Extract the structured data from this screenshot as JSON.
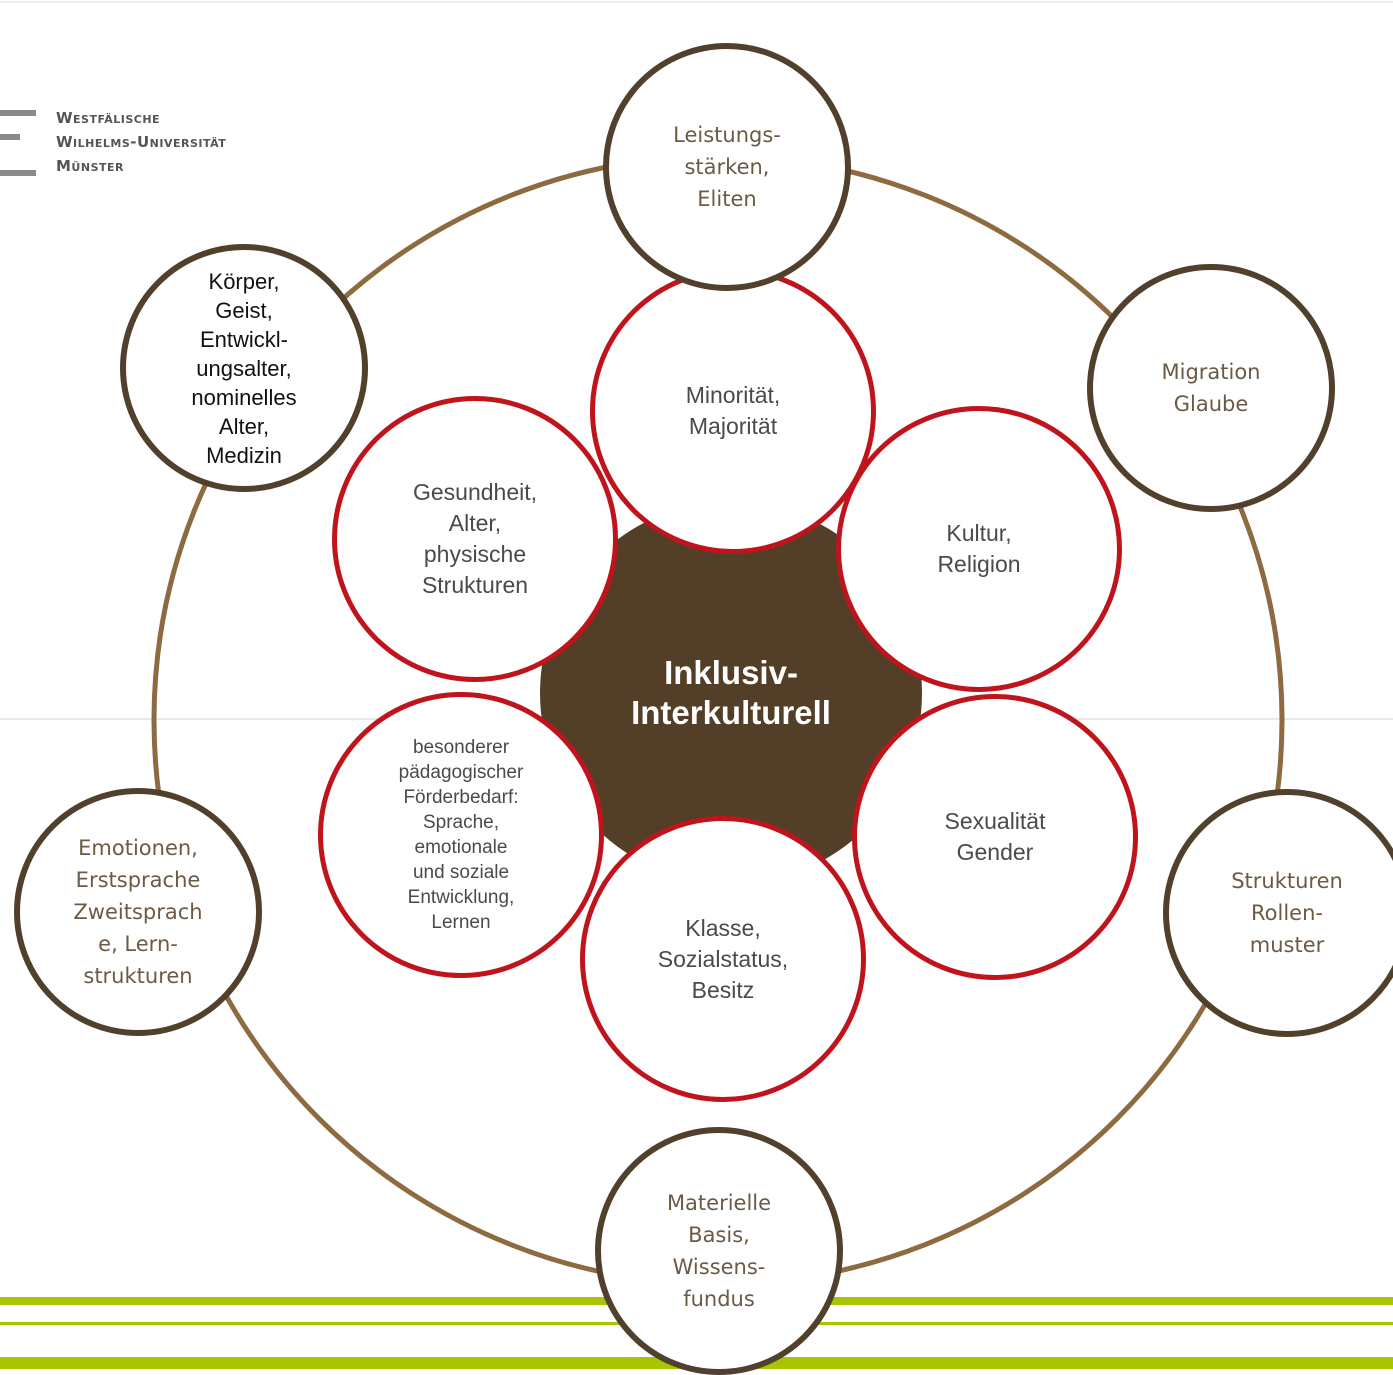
{
  "logo": {
    "lines": [
      "Westfälische",
      "Wilhelms-Universität",
      "Münster"
    ]
  },
  "center": {
    "label": "Inklusiv-\nInterkulturell"
  },
  "outer_nodes": [
    {
      "id": "leistung",
      "label": "Leistungs-\nstärken,\nEliten"
    },
    {
      "id": "migration",
      "label": "Migration\nGlaube"
    },
    {
      "id": "strukturen",
      "label": "Strukturen\nRollen-\nmuster"
    },
    {
      "id": "materielle",
      "label": "Materielle\nBasis,\nWissens-\nfundus"
    },
    {
      "id": "emotionen",
      "label": "Emotionen,\nErstsprache\nZweitsprach\ne, Lern-\nstrukturen"
    },
    {
      "id": "koerper",
      "label": "Körper,\nGeist,\nEntwickl-\nungsalter,\nnominelles\nAlter,\nMedizin"
    }
  ],
  "inner_nodes": [
    {
      "id": "minoritaet",
      "label": "Minorität,\nMajorität"
    },
    {
      "id": "kultur",
      "label": "Kultur,\nReligion"
    },
    {
      "id": "sexualitaet",
      "label": "Sexualität\nGender"
    },
    {
      "id": "klasse",
      "label": "Klasse,\nSozialstatus,\nBesitz"
    },
    {
      "id": "foerderbedarf",
      "label": "besonderer\npädagogischer\nFörderbedarf:\nSprache,\nemotionale\nund soziale\nEntwicklung,\nLernen"
    },
    {
      "id": "gesundheit",
      "label": "Gesundheit,\nAlter,\nphysische\nStrukturen"
    }
  ],
  "colors": {
    "ring": "#8d6a3f",
    "outer_border": "#51402b",
    "inner_border": "#c0141c",
    "center_fill": "#533f27",
    "footer_green": "#a9c400"
  }
}
